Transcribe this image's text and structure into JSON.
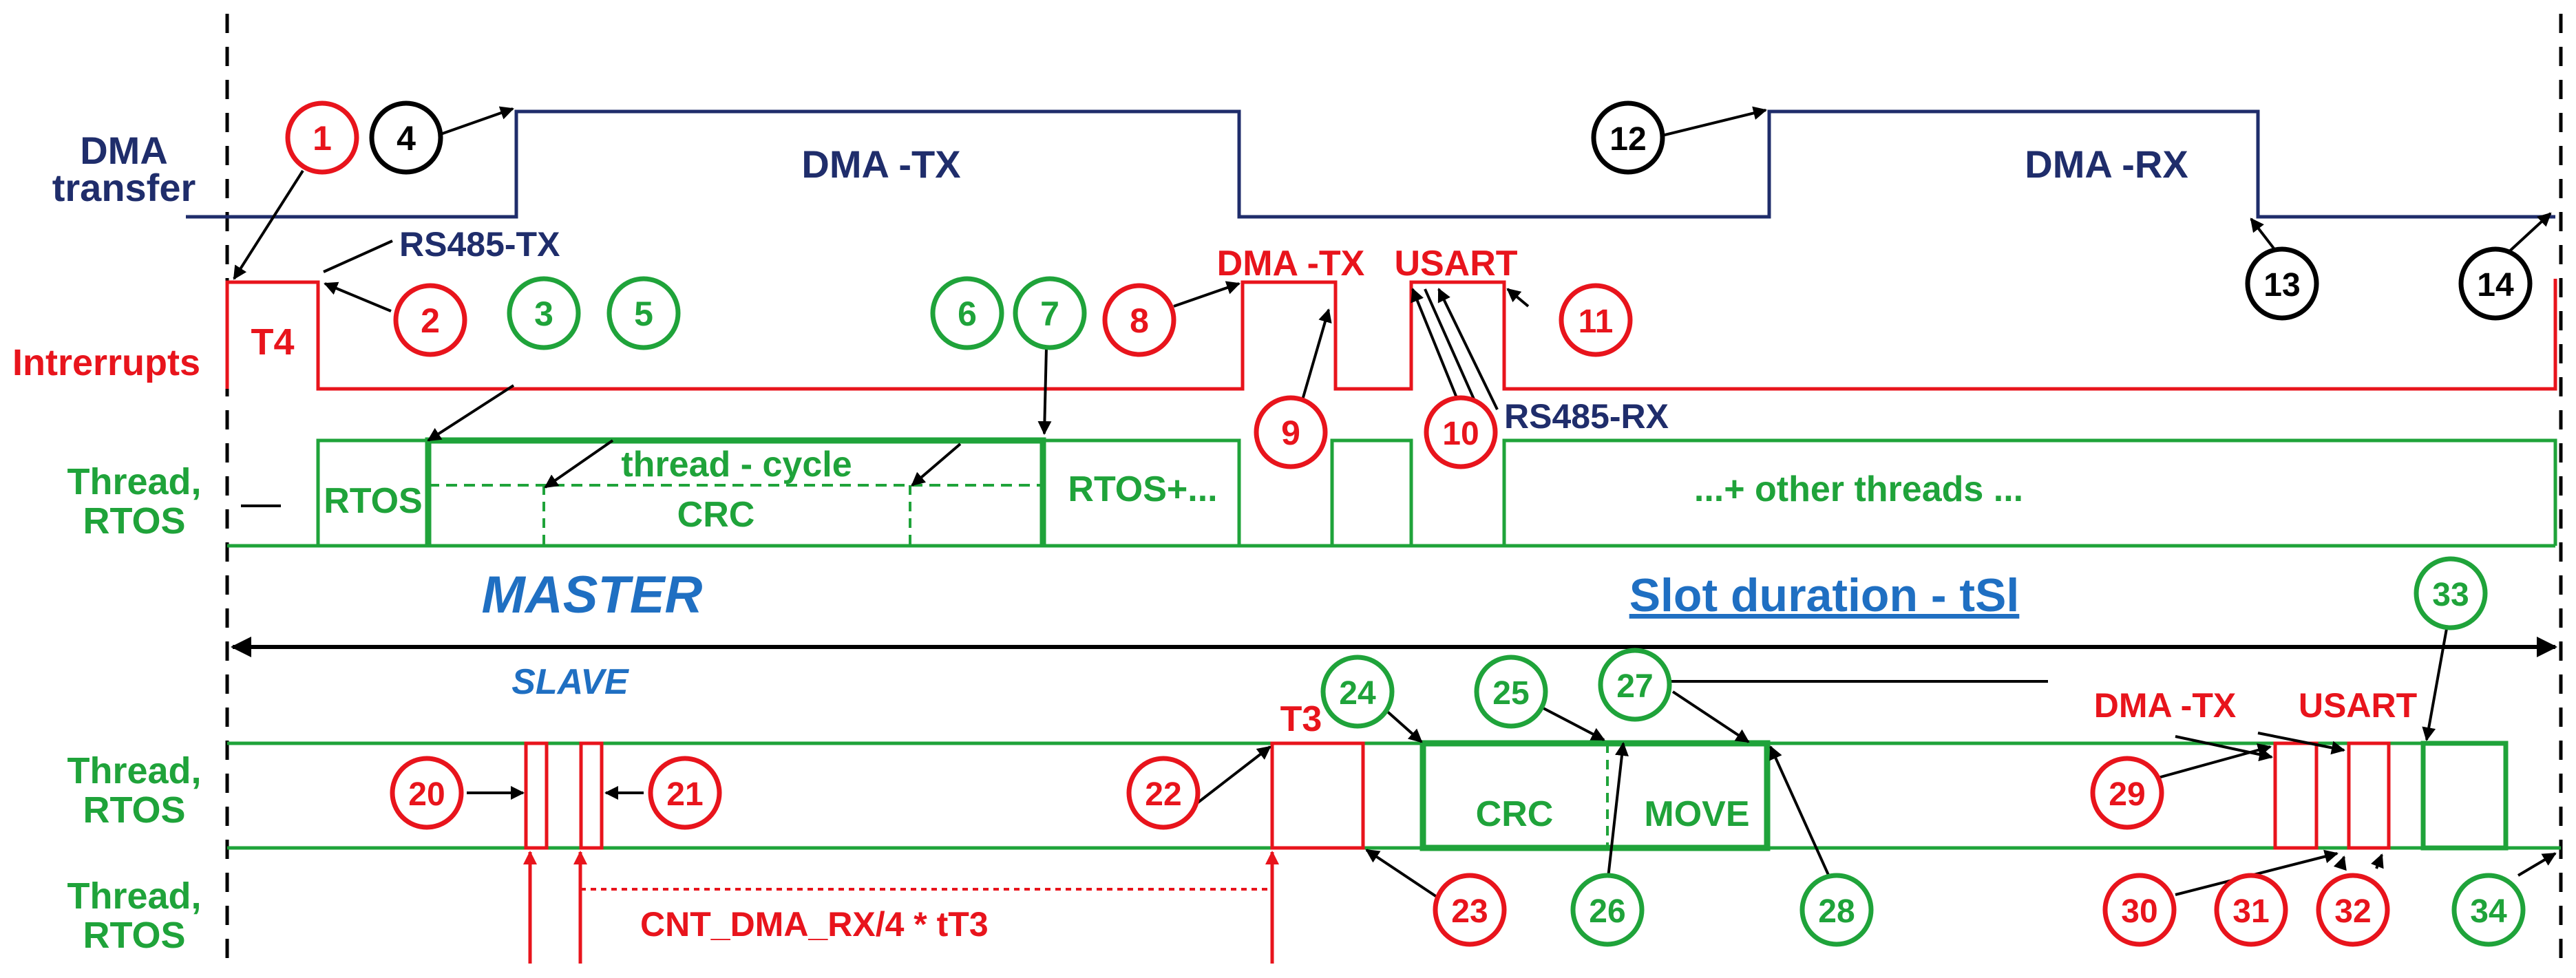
{
  "rows": {
    "dma_title_line1": "DMA",
    "dma_title_line2": "transfer",
    "interrupts_title": "Intrerrupts",
    "thread_rtos_line1": "Thread,",
    "thread_rtos_line2": "RTOS",
    "slave_thread_line1": "Thread,",
    "slave_thread_line2": "RTOS",
    "bottom_thread_line1": "Thread,",
    "bottom_thread_line2": "RTOS"
  },
  "blocks": {
    "dma_tx": "DMA -TX",
    "dma_rx": "DMA -RX",
    "rs485_tx": "RS485-TX",
    "t4": "T4",
    "irq_dma_tx": "DMA -TX",
    "irq_usart": "USART",
    "rs485_rx": "RS485-RX",
    "rtos": "RTOS",
    "thread_cycle": "thread - cycle",
    "crc": "CRC",
    "rtos_plus": "RTOS+...",
    "other_threads": "...+ other threads ...",
    "master": "MASTER",
    "slot_duration": "Slot duration -  tSl",
    "slave": "SLAVE",
    "t3": "T3",
    "slave_crc": "CRC",
    "move": "MOVE",
    "slave_dma_tx": "DMA -TX",
    "slave_usart": "USART",
    "cnt_formula": "CNT_DMA_RX/4 * tT3"
  },
  "markers": {
    "m1": "1",
    "m2": "2",
    "m3": "3",
    "m4": "4",
    "m5": "5",
    "m6": "6",
    "m7": "7",
    "m8": "8",
    "m9": "9",
    "m10": "10",
    "m11": "11",
    "m12": "12",
    "m13": "13",
    "m14": "14",
    "m20": "20",
    "m21": "21",
    "m22": "22",
    "m23": "23",
    "m24": "24",
    "m25": "25",
    "m26": "26",
    "m27": "27",
    "m28": "28",
    "m29": "29",
    "m30": "30",
    "m31": "31",
    "m32": "32",
    "m33": "33",
    "m34": "34"
  },
  "colors": {
    "navy": "#1f2d6b",
    "red": "#e8141c",
    "green": "#1fa33a",
    "blue": "#1f6fc2",
    "black": "#000000"
  }
}
